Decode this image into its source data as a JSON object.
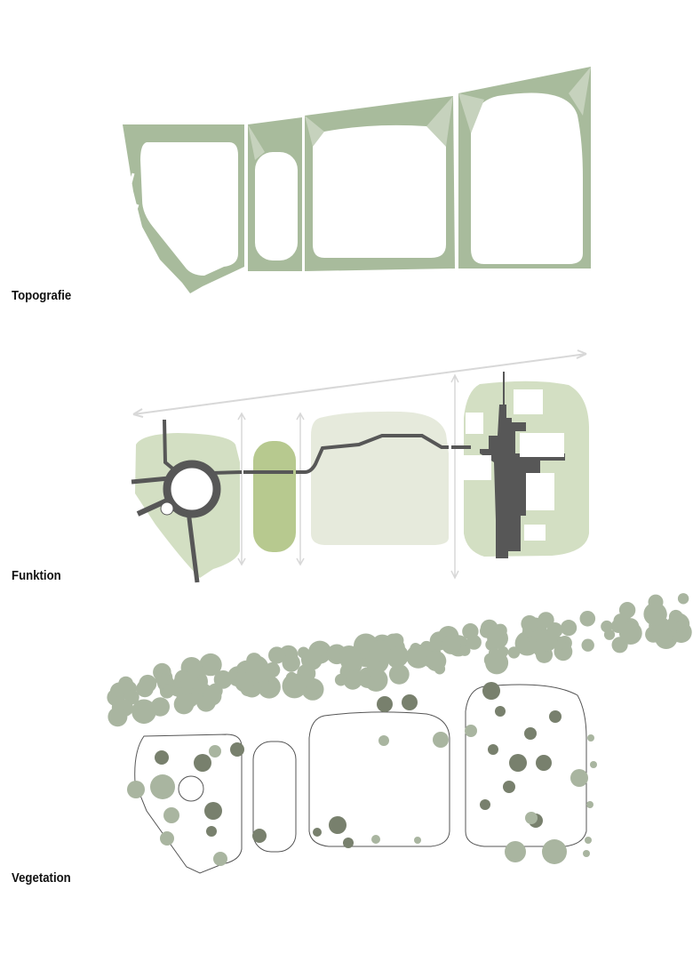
{
  "sections": [
    {
      "title": "Topografie"
    },
    {
      "title": "Funktion"
    },
    {
      "title": "Vegetation"
    }
  ],
  "colors": {
    "topo_frame": "#a8bb9c",
    "topo_shade": "#c6d2bd",
    "zone_light": "#d3dfc3",
    "zone_medium": "#b7c98f",
    "zone_pale": "#e6eadc",
    "road": "#575757",
    "arrow": "#d8d8d8",
    "tree_light": "#a9b5a0",
    "tree_dark": "#78806d",
    "outline": "#555555"
  }
}
